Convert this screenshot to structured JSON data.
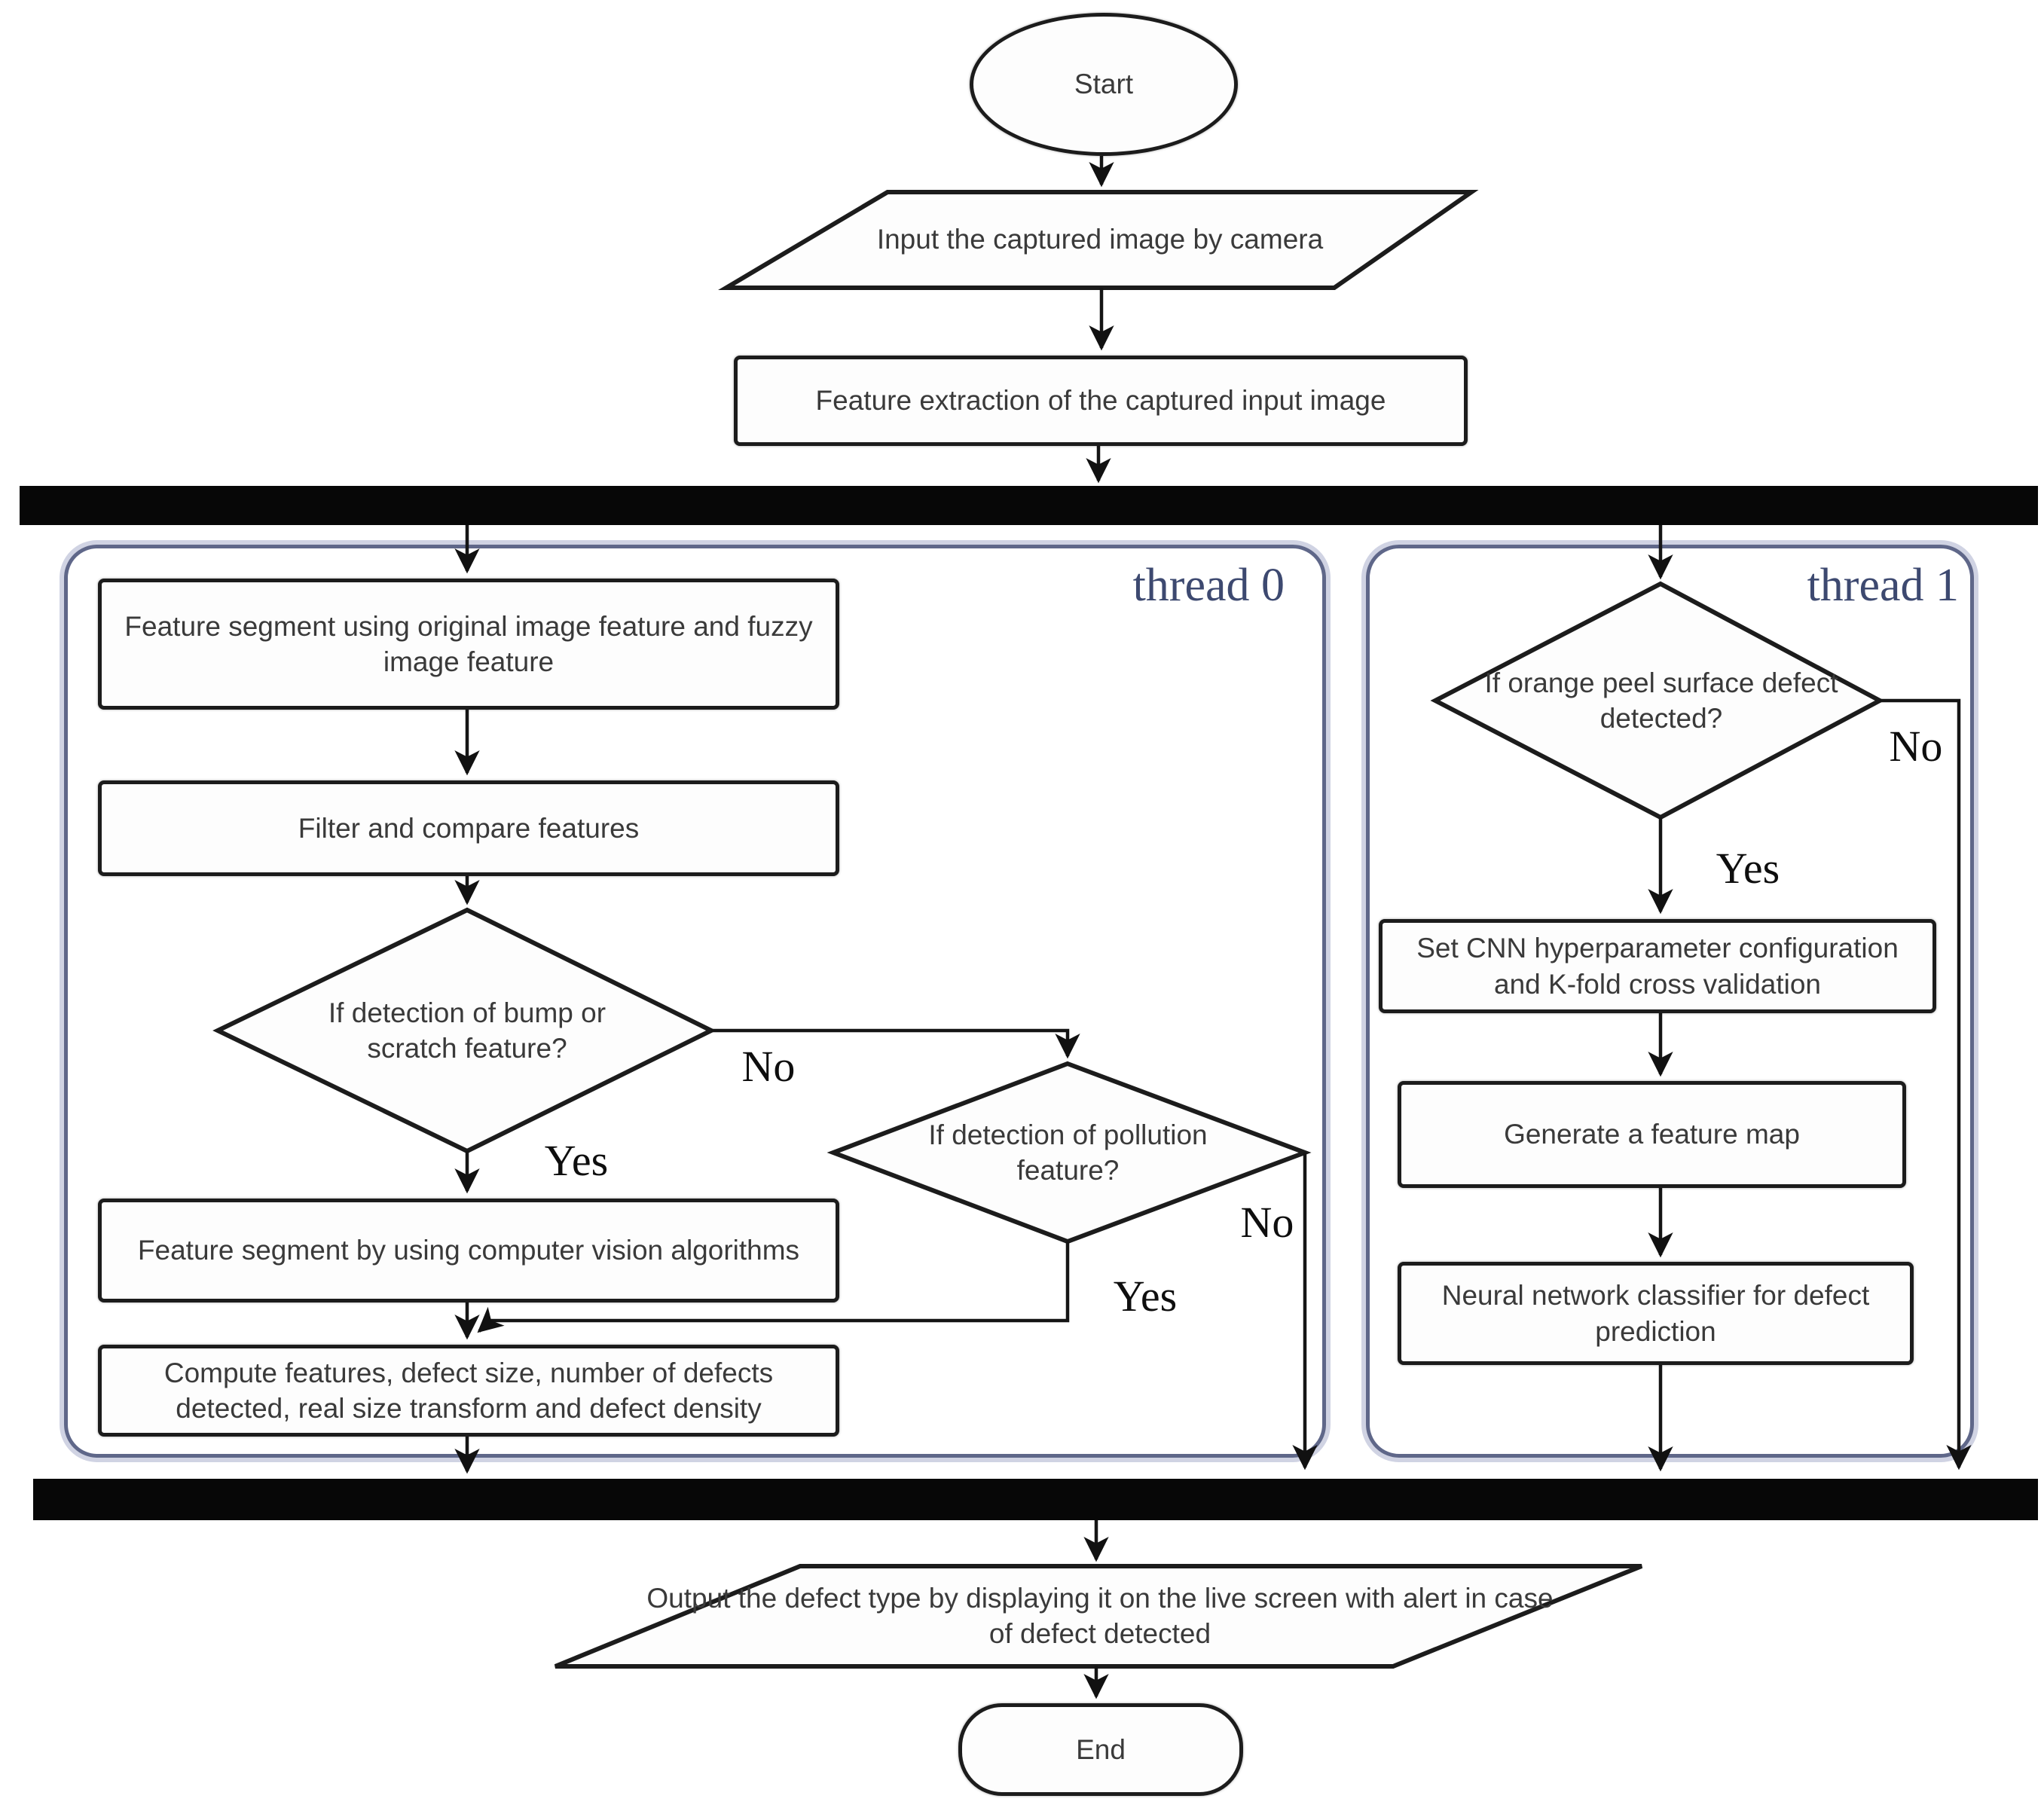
{
  "colors": {
    "background": "#ffffff",
    "node_border": "#1c1c1c",
    "node_fill": "#fdfdfd",
    "node_text": "#3a3a3a",
    "sync_bar": "#070707",
    "thread_border": "#5f6789",
    "thread_label": "#3d4970",
    "branch_label": "#0e0e0e"
  },
  "flowchart": {
    "start": "Start",
    "input": "Input the captured image by camera",
    "feature_extraction": "Feature extraction of the captured input image",
    "thread0": {
      "label": "thread 0",
      "feature_segment_fuzzy": "Feature segment using original image feature and fuzzy image feature",
      "filter_compare": "Filter and compare features",
      "decision_bump_scratch": "If detection of bump or scratch feature?",
      "decision_pollution": "If detection of pollution feature?",
      "feature_segment_cv": "Feature segment by using computer vision algorithms",
      "compute_features": "Compute features, defect size, number of defects detected, real size transform and defect density"
    },
    "thread1": {
      "label": "thread 1",
      "decision_orange_peel": "If orange peel surface defect detected?",
      "set_cnn": "Set CNN hyperparameter configuration and K-fold cross validation",
      "generate_feature_map": "Generate a feature map",
      "nn_classifier": "Neural network classifier for defect prediction"
    },
    "output": "Output the defect type by displaying it on the live screen with alert in case of defect detected",
    "end": "End",
    "branch_labels": {
      "bump_yes": "Yes",
      "bump_no": "No",
      "pollution_yes": "Yes",
      "pollution_no": "No",
      "orange_yes": "Yes",
      "orange_no": "No"
    }
  }
}
